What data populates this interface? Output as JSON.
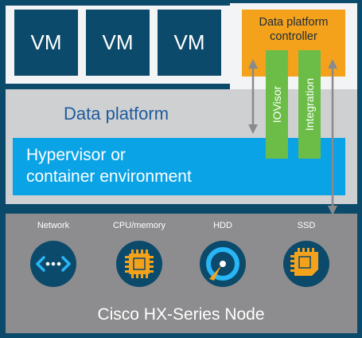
{
  "vms": [
    {
      "label": "VM"
    },
    {
      "label": "VM"
    },
    {
      "label": "VM"
    }
  ],
  "controller": {
    "line1": "Data platform",
    "line2": "controller"
  },
  "data_platform": {
    "label": "Data platform"
  },
  "hypervisor": {
    "line1": "Hypervisor or",
    "line2": "container environment"
  },
  "connectors": {
    "iovisor": "IOVisor",
    "integration": "Integration"
  },
  "resources": [
    {
      "label": "Network",
      "icon": "network-icon"
    },
    {
      "label": "CPU/memory",
      "icon": "cpu-memory-icon"
    },
    {
      "label": "HDD",
      "icon": "hdd-icon"
    },
    {
      "label": "SSD",
      "icon": "ssd-icon"
    }
  ],
  "node": {
    "title": "Cisco HX-Series Node"
  },
  "colors": {
    "navy": "#0b4a6b",
    "orange": "#f4a21c",
    "green": "#6bbd47",
    "cyan": "#0aa3e6",
    "blue_text": "#1e5b9e",
    "light_gray": "#cfd0d2",
    "dark_gray": "#8d8d8f"
  }
}
